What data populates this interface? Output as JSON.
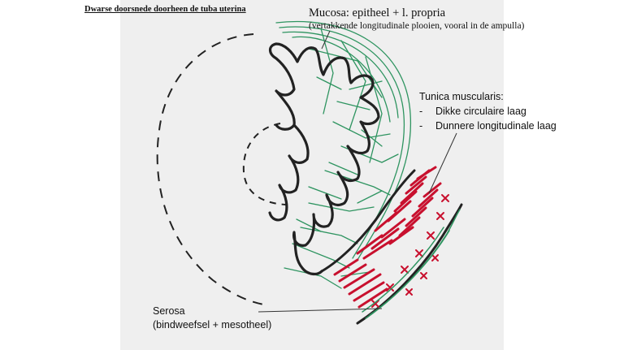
{
  "title": "Dwarse doorsnede doorheen de tuba uterina",
  "labels": {
    "mucosa": "Mucosa: epitheel + l. propria",
    "mucosa_detail": "(vertakkende longitudinale plooien, vooral in de ampulla)",
    "tunica": "Tunica muscularis:",
    "tunica_items": [
      "Dikke circulaire laag",
      "Dunnere longitudinale laag"
    ],
    "tunica_bullet": "-",
    "serosa": "Serosa",
    "serosa_detail": "(bindweefsel + mesotheel)"
  },
  "colors": {
    "background": "#efefef",
    "lamina_propria": "#2e9460",
    "muscularis": "#c8102e",
    "epithelium": "#222222"
  }
}
